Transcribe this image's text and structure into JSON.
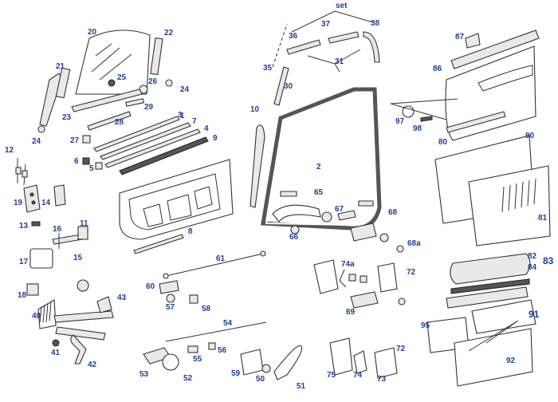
{
  "callouts": {
    "set": "set",
    "c1": "1",
    "c2": "2",
    "c3": "3",
    "c4": "4",
    "c5": "5",
    "c6": "6",
    "c7": "7",
    "c8": "8",
    "c9": "9",
    "c10": "10",
    "c11": "11",
    "c12": "12",
    "c13": "13",
    "c14": "14",
    "c15": "15",
    "c16": "16",
    "c17": "17",
    "c18": "18",
    "c19": "19",
    "c20": "20",
    "c21": "21",
    "c22": "22",
    "c23": "23",
    "c24a": "24",
    "c24b": "24",
    "c25": "25",
    "c26": "26",
    "c27": "27",
    "c28": "28",
    "c29": "29",
    "c30": "30",
    "c31": "31",
    "c35": "35",
    "c36": "36",
    "c37": "37",
    "c38": "38",
    "c40": "40",
    "c41": "41",
    "c42": "42",
    "c43": "43",
    "c50": "50",
    "c51": "51",
    "c52": "52",
    "c53": "53",
    "c54": "54",
    "c55": "55",
    "c56": "56",
    "c57": "57",
    "c58": "58",
    "c59": "59",
    "c60": "60",
    "c61": "61",
    "c65": "65",
    "c66": "66",
    "c67": "67",
    "c68": "68",
    "c68a": "68a",
    "c69": "69",
    "c72a": "72",
    "c72b": "72",
    "c73": "73",
    "c74": "74",
    "c74a": "74a",
    "c75": "75",
    "c80": "80",
    "c81": "81",
    "c82": "82",
    "c83": "83",
    "c84": "84",
    "c86": "86",
    "c87": "87",
    "c90": "90",
    "c91": "91",
    "c92": "92",
    "c95": "95",
    "c97": "97",
    "c98": "98"
  }
}
